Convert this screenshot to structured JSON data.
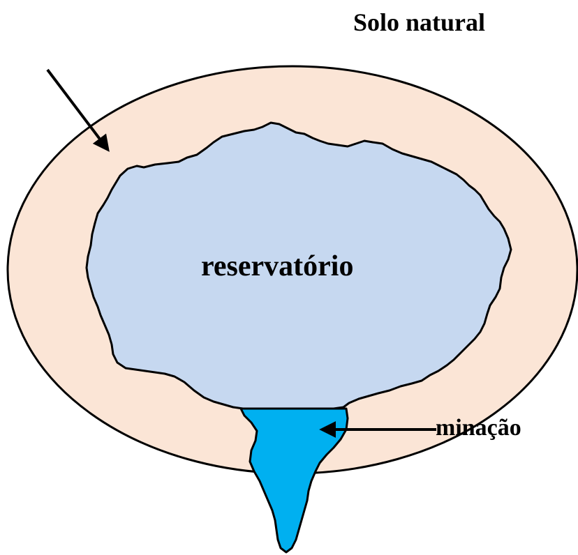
{
  "labels": {
    "soil": "Solo natural",
    "reservoir": "reservatório",
    "seepage": "minação"
  },
  "colors": {
    "soil_fill": "#fbe5d6",
    "reservoir_fill": "#c6d8f0",
    "seepage_fill": "#00b0f0",
    "outline": "#000000"
  }
}
